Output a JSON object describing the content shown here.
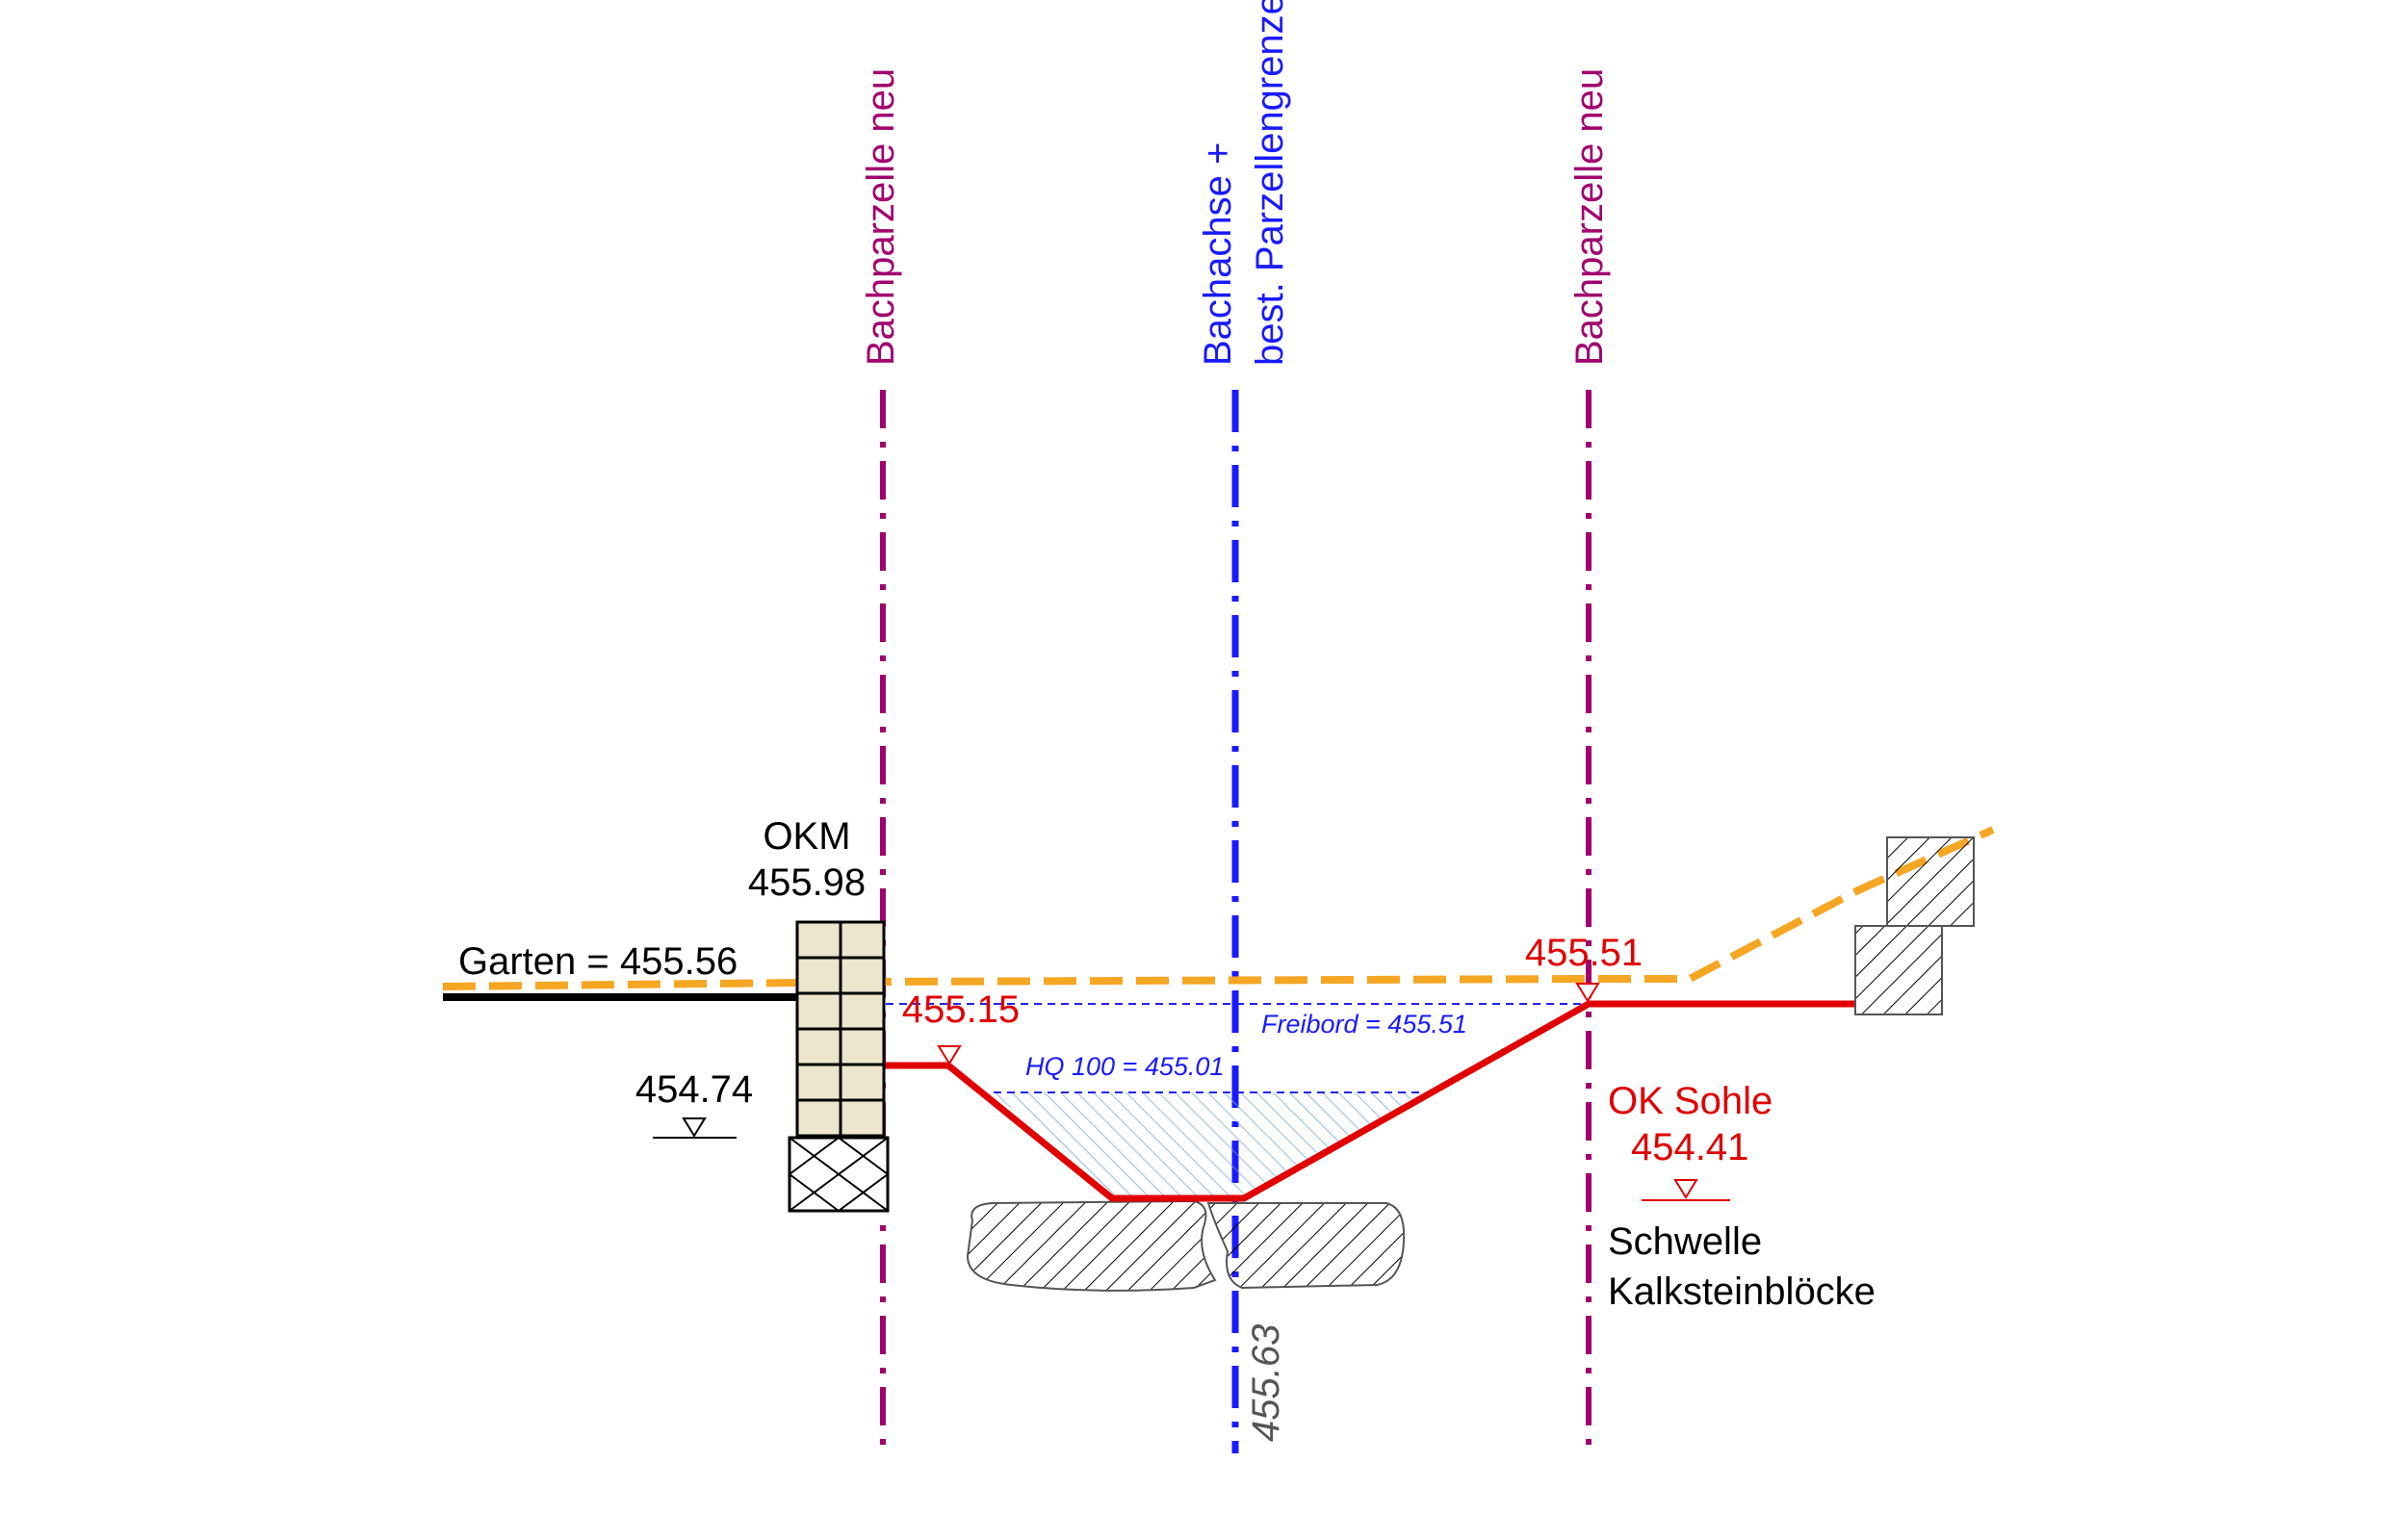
{
  "labels": {
    "parcel_left": "Bachparzelle neu",
    "parcel_right": "Bachparzelle neu",
    "axis_line1": "Bachachse +",
    "axis_line2": "best. Parzellengrenze",
    "okm_title": "OKM",
    "okm_value": "455.98",
    "garten": "Garten = 455.56",
    "level_454_74": "454.74",
    "level_455_15": "455.15",
    "level_455_51": "455.51",
    "hq100": "HQ 100 = 455.01",
    "freibord": "Freibord = 455.51",
    "ok_sohle_title": "OK Sohle",
    "ok_sohle_value": "454.41",
    "schwelle_line1": "Schwelle",
    "schwelle_line2": "Kalksteinblöcke",
    "axis_level": "455.63"
  },
  "colors": {
    "parcel_line": "#a0006e",
    "axis_line": "#1a1aff",
    "terrain_orange": "#f5a623",
    "channel_red": "#e00000",
    "water_hatch": "#6fa8dc",
    "dashed_blue": "#2222ee",
    "black": "#000000",
    "wall_fill": "#ebe6cc",
    "grey_text": "#555555"
  }
}
